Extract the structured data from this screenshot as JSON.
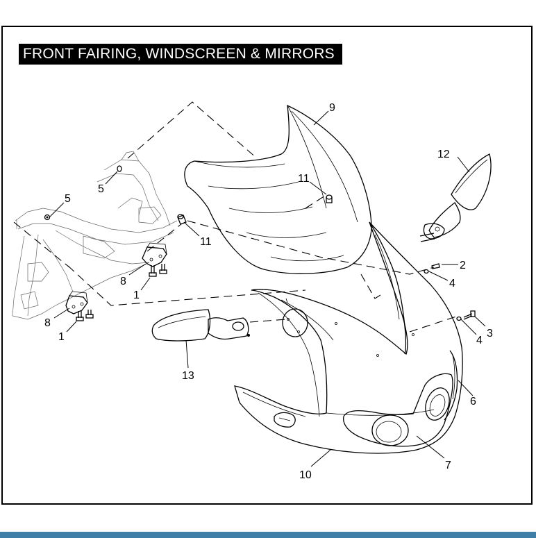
{
  "title": "FRONT FAIRING, WINDSCREEN & MIRRORS",
  "callouts": [
    "1",
    "1",
    "2",
    "3",
    "4",
    "4",
    "5",
    "5",
    "6",
    "7",
    "8",
    "8",
    "9",
    "10",
    "11",
    "11",
    "12",
    "13"
  ],
  "colors": {
    "background": "#ffffff",
    "line": "#000000",
    "title_bg": "#000000",
    "title_text": "#ffffff",
    "bottom_strip": "#3f7fa7"
  }
}
